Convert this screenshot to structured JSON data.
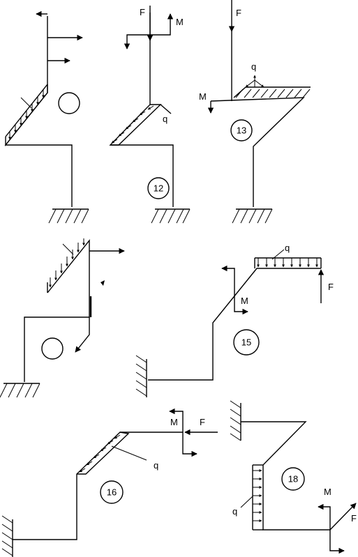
{
  "labels": {
    "F": "F",
    "M": "M",
    "q": "q"
  },
  "problems": [
    {
      "id": "p11",
      "number": ""
    },
    {
      "id": "p12",
      "number": "12"
    },
    {
      "id": "p13",
      "number": "13"
    },
    {
      "id": "p14",
      "number": ""
    },
    {
      "id": "p15",
      "number": "15"
    },
    {
      "id": "p16",
      "number": "16"
    },
    {
      "id": "p18",
      "number": "18"
    }
  ]
}
